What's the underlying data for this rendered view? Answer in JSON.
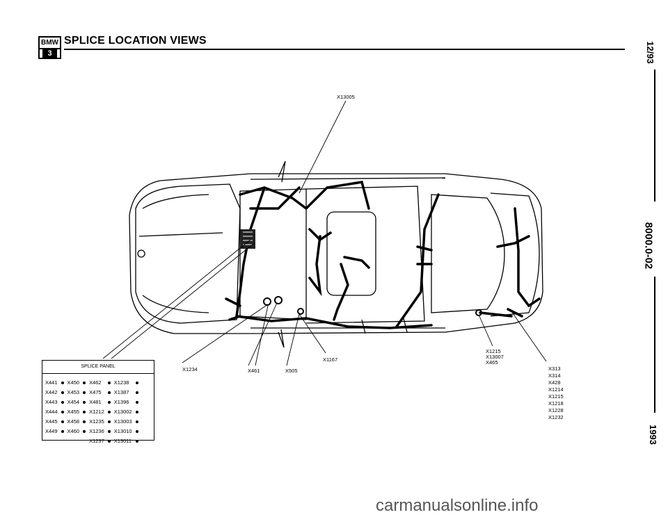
{
  "header": {
    "logo_brand": "BMW",
    "logo_series": "3",
    "title": "SPLICE LOCATION VIEWS"
  },
  "side_text": {
    "date": "12/93",
    "page": "8000.0-02",
    "year": "1993"
  },
  "labels": {
    "top": "X13005",
    "x1234": "X1234",
    "x461": "X461",
    "x505": "X505",
    "x1167": "X1167",
    "group_rear_left": [
      "X1215",
      "X13007",
      "X465"
    ],
    "group_rear_right": [
      "X313",
      "X314",
      "X428",
      "X1214",
      "X1215",
      "X1218",
      "X1228",
      "X1232"
    ]
  },
  "splice_panel": {
    "title": "SPLICE PANEL",
    "rows": [
      [
        "X441",
        "X450",
        "X462",
        "X1238"
      ],
      [
        "X442",
        "X453",
        "X475",
        "X1387"
      ],
      [
        "X443",
        "X454",
        "X481",
        "X1396"
      ],
      [
        "X444",
        "X455",
        "X1212",
        "X13002"
      ],
      [
        "X445",
        "X458",
        "X1235",
        "X13003"
      ],
      [
        "X449",
        "X460",
        "X1236",
        "X13010"
      ],
      [
        "",
        "",
        "X1237",
        "X13011"
      ]
    ]
  },
  "footer": {
    "watermark": "carmanualsonline.info"
  }
}
